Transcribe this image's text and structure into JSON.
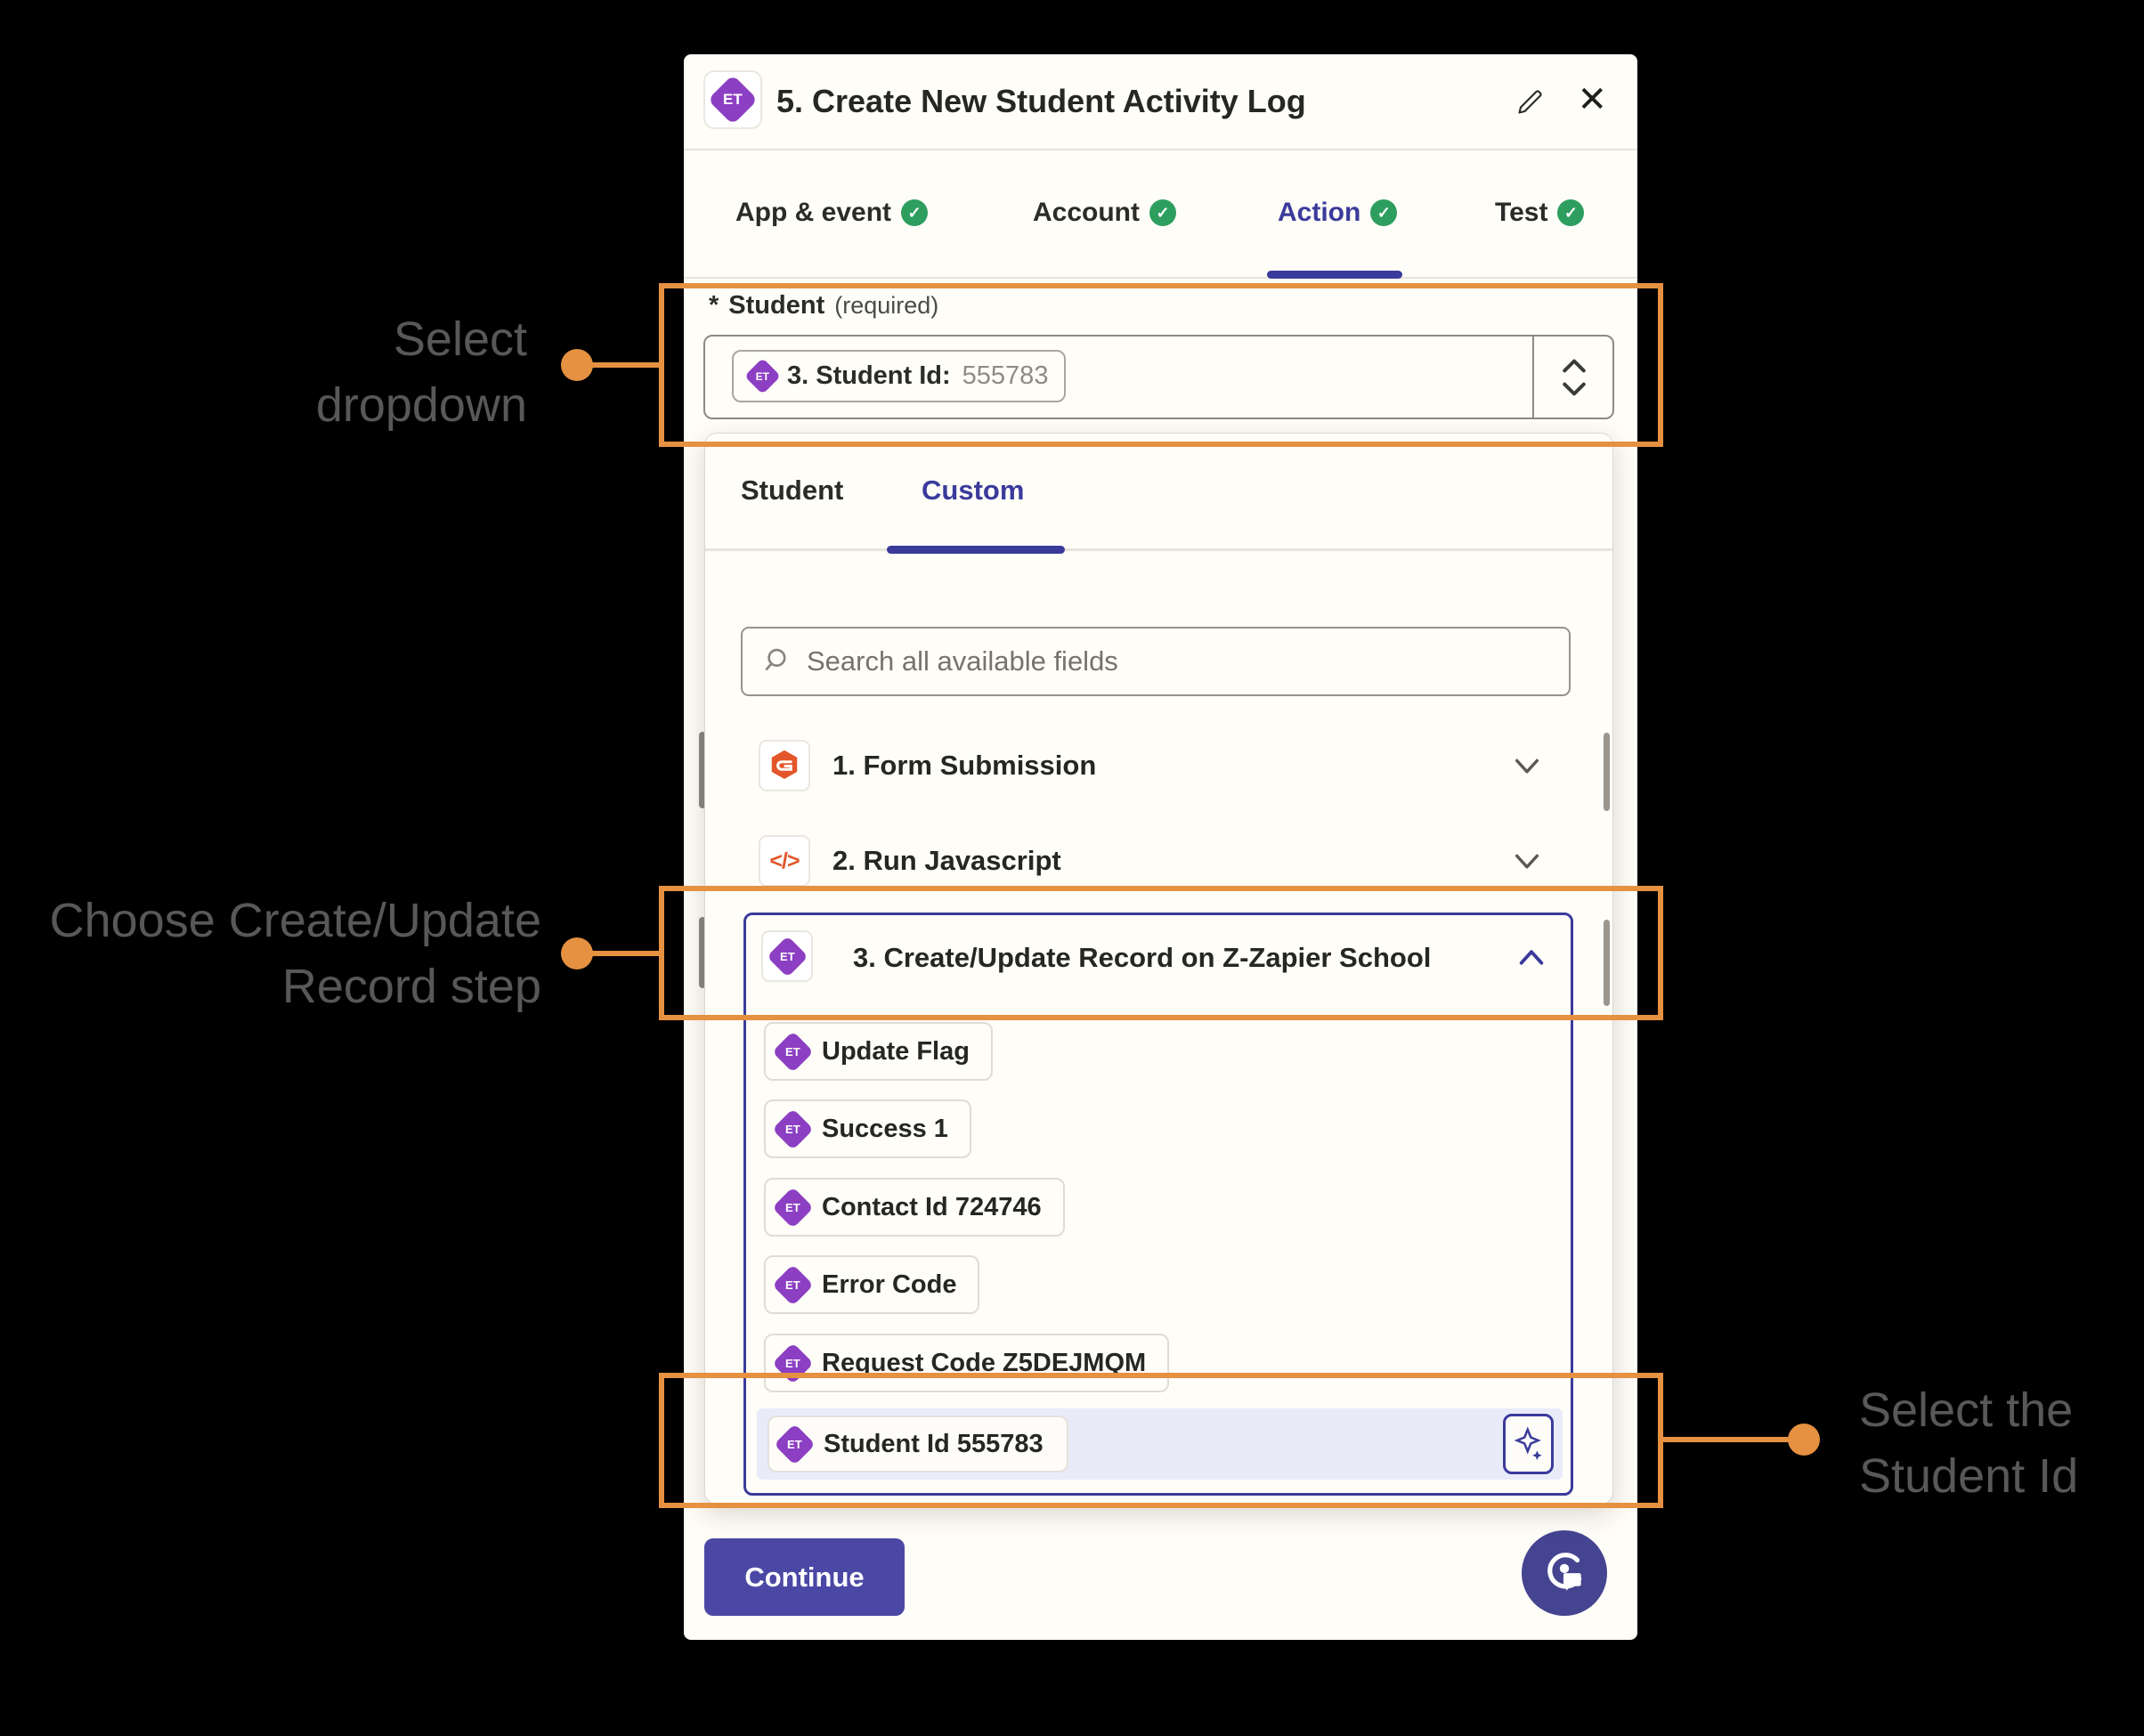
{
  "colors": {
    "accent_orange": "#E59141",
    "indigo": "#3A3B9B",
    "purple": "#8C3FC3",
    "green": "#2E9E5F",
    "continue_bg": "#4B48A5",
    "selected_row_bg": "#E9EBF9",
    "modal_bg": "#FFFDF8"
  },
  "icons": {
    "check": "✓",
    "close": "✕",
    "code": "</>"
  },
  "annotations": {
    "select_dropdown": {
      "line1": "Select",
      "line2": "dropdown"
    },
    "choose_step": {
      "line1": "Choose Create/Update",
      "line2": "Record step"
    },
    "select_student_id": {
      "line1": "Select the",
      "line2": "Student Id"
    }
  },
  "modal": {
    "app_badge": "ET",
    "title": "5. Create New Student Activity Log",
    "tabs": [
      {
        "label": "App & event"
      },
      {
        "label": "Account"
      },
      {
        "label": "Action"
      },
      {
        "label": "Test"
      }
    ],
    "field": {
      "asterisk": "*",
      "label": "Student",
      "required": "(required)",
      "value_prefix": "3. Student Id:",
      "value": "555783"
    },
    "picker": {
      "tab_student": "Student",
      "tab_custom": "Custom",
      "search_placeholder": "Search all available fields",
      "steps": [
        {
          "label": "1. Form Submission"
        },
        {
          "label": "2. Run Javascript"
        },
        {
          "label": "3. Create/Update Record on Z-Zapier School"
        }
      ],
      "fields": [
        "Update Flag",
        "Success 1",
        "Contact Id 724746",
        "Error Code",
        "Request Code Z5DEJMQM"
      ],
      "selected_field": "Student Id 555783"
    },
    "continue_label": "Continue"
  }
}
